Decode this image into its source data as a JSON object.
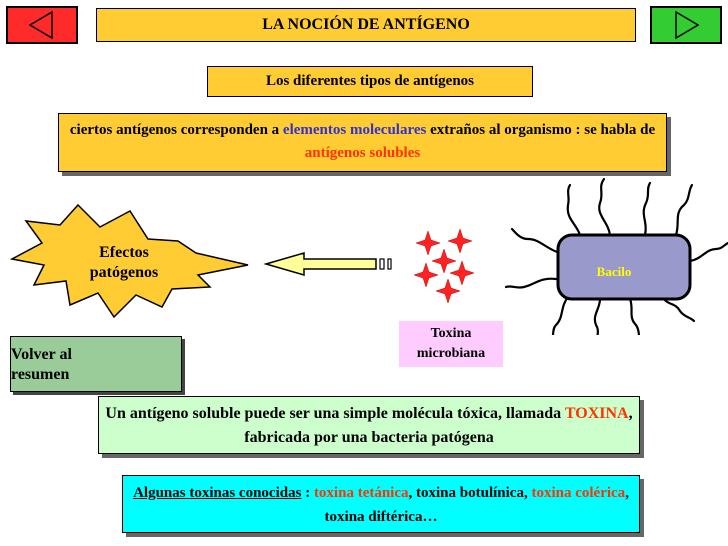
{
  "navigation": {
    "prev_icon": "triangle-left-icon",
    "next_icon": "triangle-right-icon"
  },
  "header": {
    "title": "LA NOCIÓN DE ANTÍGENO"
  },
  "subtitle": "Los diferentes tipos de antígenos",
  "statement": {
    "part1": "ciertos antígenos corresponden a ",
    "highlight1": "elementos moleculares",
    "part2": " extraños al organismo : se habla de ",
    "highlight2": "antígenos solubles"
  },
  "diagram": {
    "effect_line1": "Efectos",
    "effect_line2": "patógenos",
    "bacillus_label": "Bacilo",
    "toxin_line1": "Toxina",
    "toxin_line2": "microbiana"
  },
  "back_button": {
    "line1": "Volver al",
    "line2": "resumen"
  },
  "info": {
    "part1": "Un antígeno soluble puede ser una simple molécula tóxica, llamada ",
    "highlight": "TOXINA",
    "part2": ", fabricada por una bacteria patógena"
  },
  "examples": {
    "heading": "Algunas toxinas conocidas",
    "sep": " : ",
    "t1": "toxina tetánica",
    "t2": ", toxina botulínica, ",
    "t3": "toxina colérica",
    "t4": ", toxina diftérica…"
  },
  "colors": {
    "title_bg": "#ffcc33",
    "prev_bg": "#ff2a2a",
    "next_bg": "#33cc33",
    "blue_highlight": "#3333cc",
    "red_highlight": "#ff3300",
    "info_bg": "#ccffcc",
    "examples_bg": "#00ffff",
    "back_bg": "#99cc99",
    "bacillus_fill": "#9999cc",
    "toxin_label_bg": "#ffccff"
  }
}
